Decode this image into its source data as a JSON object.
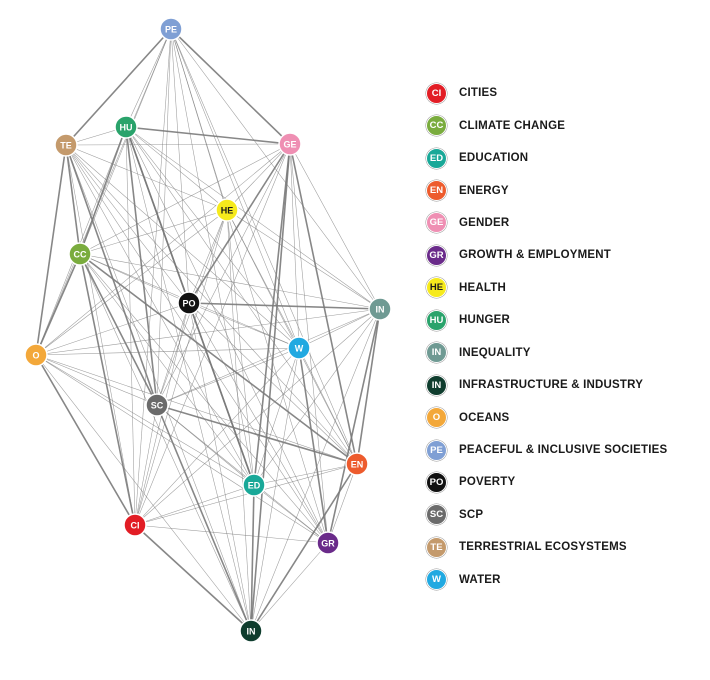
{
  "nodes": [
    {
      "id": "PE",
      "label": "PE",
      "name": "PEACEFUL & INCLUSIVE SOCIETIES",
      "color": "#7f9fd4",
      "text": "#ffffff"
    },
    {
      "id": "HU",
      "label": "HU",
      "name": "HUNGER",
      "color": "#2aa36b",
      "text": "#ffffff"
    },
    {
      "id": "TE",
      "label": "TE",
      "name": "TERRESTRIAL ECOSYSTEMS",
      "color": "#c49a6c",
      "text": "#ffffff"
    },
    {
      "id": "GE",
      "label": "GE",
      "name": "GENDER",
      "color": "#ef8fb3",
      "text": "#ffffff"
    },
    {
      "id": "HE",
      "label": "HE",
      "name": "HEALTH",
      "color": "#f6ea1c",
      "text": "#1a1a1a"
    },
    {
      "id": "CC",
      "label": "CC",
      "name": "CLIMATE CHANGE",
      "color": "#7aac3e",
      "text": "#ffffff"
    },
    {
      "id": "PO",
      "label": "PO",
      "name": "POVERTY",
      "color": "#111111",
      "text": "#ffffff"
    },
    {
      "id": "IN_EQ",
      "label": "IN",
      "name": "INEQUALITY",
      "color": "#6f9a93",
      "text": "#ffffff"
    },
    {
      "id": "O",
      "label": "O",
      "name": "OCEANS",
      "color": "#f3a83a",
      "text": "#ffffff"
    },
    {
      "id": "W",
      "label": "W",
      "name": "WATER",
      "color": "#21a9e1",
      "text": "#ffffff"
    },
    {
      "id": "SC",
      "label": "SC",
      "name": "SCP",
      "color": "#6b6b6b",
      "text": "#ffffff"
    },
    {
      "id": "EN",
      "label": "EN",
      "name": "ENERGY",
      "color": "#ed5b2d",
      "text": "#ffffff"
    },
    {
      "id": "ED",
      "label": "ED",
      "name": "EDUCATION",
      "color": "#19a898",
      "text": "#ffffff"
    },
    {
      "id": "CI",
      "label": "CI",
      "name": "CITIES",
      "color": "#e21d25",
      "text": "#ffffff"
    },
    {
      "id": "GR",
      "label": "GR",
      "name": "GROWTH & EMPLOYMENT",
      "color": "#6a2b8a",
      "text": "#ffffff"
    },
    {
      "id": "IN_IND",
      "label": "IN",
      "name": "INFRASTRUCTURE & INDUSTRY",
      "color": "#0f3d2e",
      "text": "#ffffff"
    }
  ],
  "edges": {
    "strong": [
      [
        "PE",
        "GE"
      ],
      [
        "PE",
        "TE"
      ],
      [
        "HU",
        "GE"
      ],
      [
        "HU",
        "SC"
      ],
      [
        "HU",
        "ED"
      ],
      [
        "HU",
        "CC"
      ],
      [
        "HU",
        "PO"
      ],
      [
        "TE",
        "CC"
      ],
      [
        "TE",
        "O"
      ],
      [
        "TE",
        "SC"
      ],
      [
        "GE",
        "ED"
      ],
      [
        "GE",
        "EN"
      ],
      [
        "GE",
        "PO"
      ],
      [
        "GE",
        "IN_IND"
      ],
      [
        "CC",
        "EN"
      ],
      [
        "CC",
        "SC"
      ],
      [
        "CC",
        "O"
      ],
      [
        "CC",
        "CI"
      ],
      [
        "PO",
        "IN_EQ"
      ],
      [
        "PO",
        "ED"
      ],
      [
        "O",
        "CI"
      ],
      [
        "SC",
        "IN_IND"
      ],
      [
        "SC",
        "EN"
      ],
      [
        "CI",
        "IN_IND"
      ],
      [
        "EN",
        "IN_IND"
      ],
      [
        "GR",
        "IN_EQ"
      ],
      [
        "EN",
        "IN_EQ"
      ],
      [
        "ED",
        "IN_IND"
      ],
      [
        "W",
        "GR"
      ]
    ],
    "weak": [
      [
        "PE",
        "HU"
      ],
      [
        "PE",
        "HE"
      ],
      [
        "PE",
        "CC"
      ],
      [
        "PE",
        "PO"
      ],
      [
        "PE",
        "IN_EQ"
      ],
      [
        "PE",
        "W"
      ],
      [
        "PE",
        "SC"
      ],
      [
        "PE",
        "EN"
      ],
      [
        "PE",
        "ED"
      ],
      [
        "PE",
        "CI"
      ],
      [
        "PE",
        "O"
      ],
      [
        "PE",
        "GR"
      ],
      [
        "HU",
        "TE"
      ],
      [
        "HU",
        "HE"
      ],
      [
        "HU",
        "IN_EQ"
      ],
      [
        "HU",
        "W"
      ],
      [
        "HU",
        "EN"
      ],
      [
        "HU",
        "CI"
      ],
      [
        "HU",
        "GR"
      ],
      [
        "HU",
        "O"
      ],
      [
        "HU",
        "IN_IND"
      ],
      [
        "TE",
        "GE"
      ],
      [
        "TE",
        "HE"
      ],
      [
        "TE",
        "PO"
      ],
      [
        "TE",
        "W"
      ],
      [
        "TE",
        "ED"
      ],
      [
        "TE",
        "EN"
      ],
      [
        "TE",
        "CI"
      ],
      [
        "TE",
        "IN_IND"
      ],
      [
        "TE",
        "GR"
      ],
      [
        "GE",
        "CC"
      ],
      [
        "GE",
        "HE"
      ],
      [
        "GE",
        "IN_EQ"
      ],
      [
        "GE",
        "W"
      ],
      [
        "GE",
        "SC"
      ],
      [
        "GE",
        "O"
      ],
      [
        "GE",
        "CI"
      ],
      [
        "GE",
        "GR"
      ],
      [
        "HE",
        "CC"
      ],
      [
        "HE",
        "PO"
      ],
      [
        "HE",
        "W"
      ],
      [
        "HE",
        "SC"
      ],
      [
        "HE",
        "ED"
      ],
      [
        "HE",
        "O"
      ],
      [
        "HE",
        "CI"
      ],
      [
        "HE",
        "EN"
      ],
      [
        "HE",
        "IN_IND"
      ],
      [
        "HE",
        "IN_EQ"
      ],
      [
        "CC",
        "PO"
      ],
      [
        "CC",
        "IN_EQ"
      ],
      [
        "CC",
        "W"
      ],
      [
        "CC",
        "ED"
      ],
      [
        "CC",
        "GR"
      ],
      [
        "CC",
        "IN_IND"
      ],
      [
        "PO",
        "W"
      ],
      [
        "PO",
        "SC"
      ],
      [
        "PO",
        "O"
      ],
      [
        "PO",
        "CI"
      ],
      [
        "PO",
        "EN"
      ],
      [
        "PO",
        "GR"
      ],
      [
        "PO",
        "IN_IND"
      ],
      [
        "IN_EQ",
        "W"
      ],
      [
        "IN_EQ",
        "O"
      ],
      [
        "IN_EQ",
        "SC"
      ],
      [
        "IN_EQ",
        "ED"
      ],
      [
        "IN_EQ",
        "CI"
      ],
      [
        "IN_EQ",
        "IN_IND"
      ],
      [
        "O",
        "W"
      ],
      [
        "O",
        "SC"
      ],
      [
        "O",
        "ED"
      ],
      [
        "O",
        "EN"
      ],
      [
        "O",
        "GR"
      ],
      [
        "O",
        "IN_IND"
      ],
      [
        "W",
        "SC"
      ],
      [
        "W",
        "ED"
      ],
      [
        "W",
        "EN"
      ],
      [
        "W",
        "CI"
      ],
      [
        "W",
        "IN_IND"
      ],
      [
        "SC",
        "ED"
      ],
      [
        "SC",
        "CI"
      ],
      [
        "SC",
        "GR"
      ],
      [
        "EN",
        "ED"
      ],
      [
        "EN",
        "CI"
      ],
      [
        "EN",
        "GR"
      ],
      [
        "ED",
        "CI"
      ],
      [
        "ED",
        "GR"
      ],
      [
        "CI",
        "GR"
      ],
      [
        "GR",
        "IN_IND"
      ]
    ]
  },
  "legend": [
    "CI",
    "CC",
    "ED",
    "EN",
    "GE",
    "GR",
    "HE",
    "HU",
    "IN_EQ",
    "IN_IND",
    "O",
    "PE",
    "PO",
    "SC",
    "TE",
    "W"
  ],
  "colors": {
    "edge": "#7a7a7a",
    "node_stroke": "#ffffff"
  }
}
